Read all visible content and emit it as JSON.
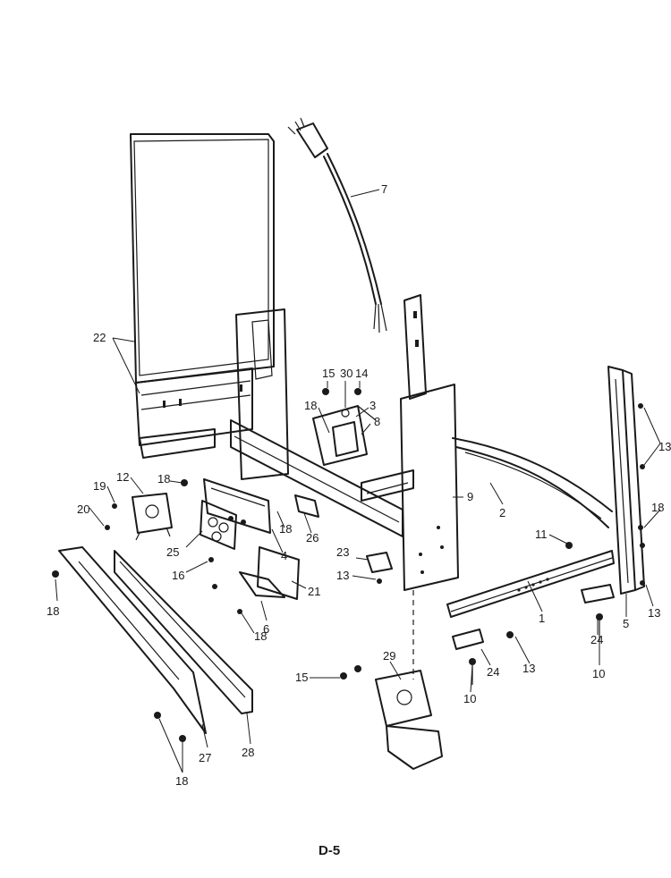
{
  "page_label": "D-5",
  "callouts": [
    "22",
    "7",
    "15",
    "30",
    "14",
    "3",
    "18",
    "8",
    "9",
    "2",
    "13",
    "12",
    "19",
    "20",
    "18",
    "25",
    "16",
    "4",
    "26",
    "18",
    "21",
    "6",
    "18",
    "23",
    "13",
    "11",
    "1",
    "18",
    "5",
    "13",
    "24",
    "13",
    "24",
    "10",
    "10",
    "29",
    "15",
    "27",
    "28",
    "18",
    "18"
  ]
}
